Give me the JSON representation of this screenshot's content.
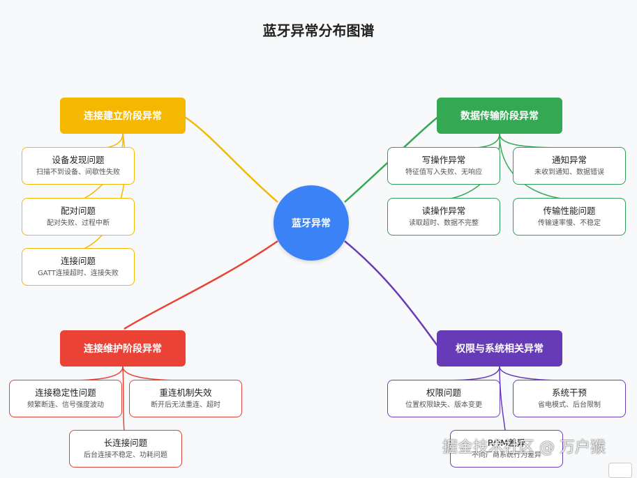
{
  "title": "蓝牙异常分布图谱",
  "center": "蓝牙异常",
  "branches": {
    "setup": {
      "label": "连接建立阶段异常",
      "color": "#f5b800",
      "items": [
        {
          "title": "设备发现问题",
          "desc": "扫描不到设备、间歇性失败"
        },
        {
          "title": "配对问题",
          "desc": "配对失败、过程中断"
        },
        {
          "title": "连接问题",
          "desc": "GATT连接超时、连接失败"
        }
      ]
    },
    "transfer": {
      "label": "数据传输阶段异常",
      "color": "#34a853",
      "items": [
        {
          "title": "写操作异常",
          "desc": "特征值写入失败、无响应"
        },
        {
          "title": "通知异常",
          "desc": "未收到通知、数据错误"
        },
        {
          "title": "读操作异常",
          "desc": "读取超时、数据不完整"
        },
        {
          "title": "传输性能问题",
          "desc": "传输速率慢、不稳定"
        }
      ]
    },
    "maintain": {
      "label": "连接维护阶段异常",
      "color": "#ea4335",
      "items": [
        {
          "title": "连接稳定性问题",
          "desc": "频繁断连、信号强度波动"
        },
        {
          "title": "重连机制失效",
          "desc": "断开后无法重连、超时"
        },
        {
          "title": "长连接问题",
          "desc": "后台连接不稳定、功耗问题"
        }
      ]
    },
    "permission": {
      "label": "权限与系统相关异常",
      "color": "#673ab7",
      "items": [
        {
          "title": "权限问题",
          "desc": "位置权限缺失、版本变更"
        },
        {
          "title": "系统干预",
          "desc": "省电模式、后台限制"
        },
        {
          "title": "ROM差异",
          "desc": "不同厂商系统行为差异"
        }
      ]
    }
  },
  "watermark": "掘金技术社区 @ 万户猴"
}
